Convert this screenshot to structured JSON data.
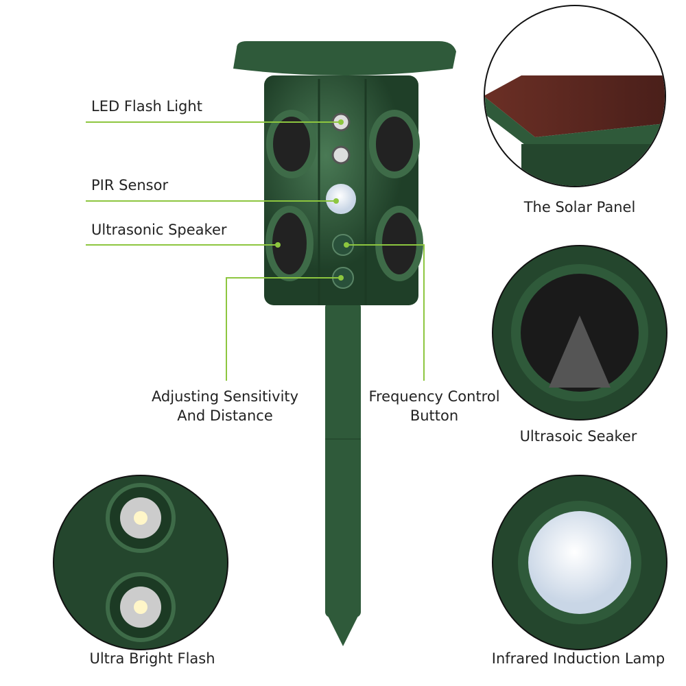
{
  "colors": {
    "accent": "#8dc63f",
    "device_green": "#2f5a3a",
    "solar_panel": "#5a2a22"
  },
  "callouts": {
    "led_flash_light": "LED Flash Light",
    "pir_sensor": "PIR Sensor",
    "ultrasonic_speaker": "Ultrasonic Speaker",
    "adjusting_line1": "Adjusting Sensitivity",
    "adjusting_line2": "And Distance",
    "frequency_line1": "Frequency Control",
    "frequency_line2": "Button"
  },
  "insets": {
    "solar_panel": "The Solar Panel",
    "ultrasonic_speaker": "Ultrasoic Seaker",
    "ultra_bright_flash": "Ultra Bright Flash",
    "infrared_lamp": "Infrared Induction Lamp"
  }
}
